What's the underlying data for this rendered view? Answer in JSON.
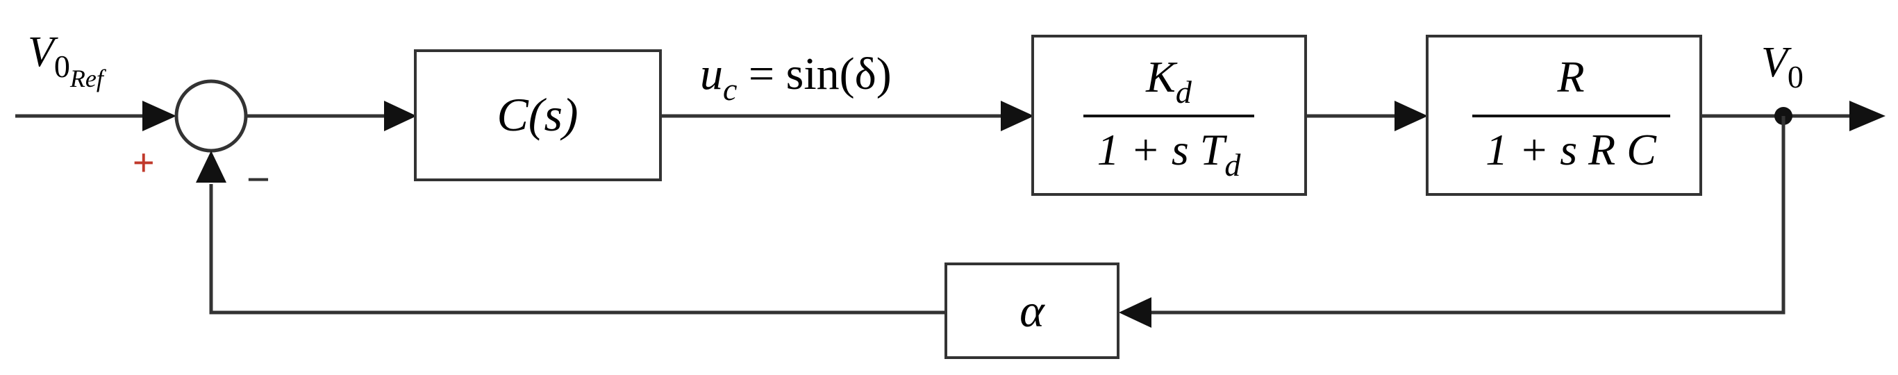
{
  "reference_input": {
    "symbol": "V",
    "sub": "0",
    "subsub": "Ref"
  },
  "summing_junction": {
    "plus_sign": "+",
    "minus_sign": "−"
  },
  "controller_block": {
    "label": "C(s)"
  },
  "control_signal": {
    "symbol": "u",
    "sub": "c",
    "equation": " = sin(δ)"
  },
  "drive_block": {
    "numerator": {
      "symbol": "K",
      "sub": "d"
    },
    "denominator": {
      "prefix": "1 + s T",
      "sub": "d"
    }
  },
  "plant_block": {
    "numerator": "R",
    "denominator": "1 + s R C"
  },
  "output": {
    "symbol": "V",
    "sub": "0"
  },
  "feedback_block": {
    "label": "α"
  }
}
